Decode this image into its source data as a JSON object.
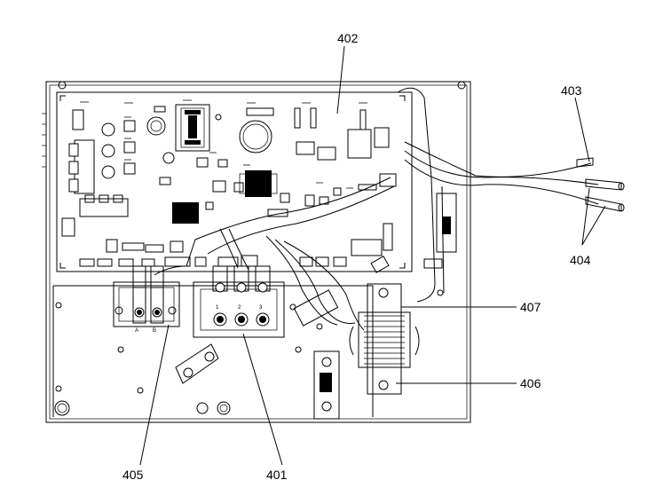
{
  "callouts": {
    "c401": "401",
    "c402": "402",
    "c403": "403",
    "c404": "404",
    "c405": "405",
    "c406": "406",
    "c407": "407"
  },
  "terminal_labels": {
    "t1": "1",
    "t2": "2",
    "t3": "3",
    "tA": "A",
    "tB": "B"
  }
}
